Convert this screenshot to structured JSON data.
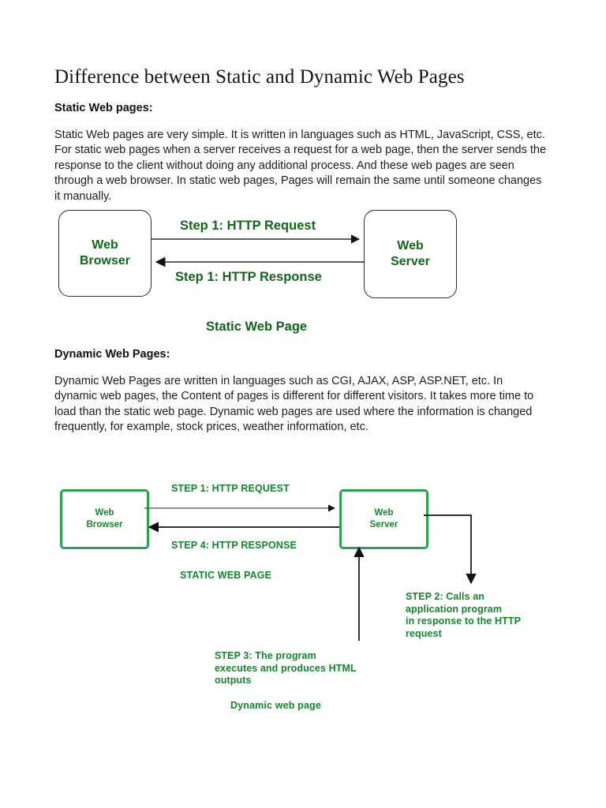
{
  "document": {
    "title": "Difference between Static and Dynamic Web Pages",
    "sections": {
      "static": {
        "heading": "Static Web pages:",
        "paragraph": "Static Web pages are very simple. It is written in languages such as HTML, JavaScript, CSS, etc. For static web pages when a server receives a request for a web page, then the server sends the response to the client without doing any additional process. And these web pages are seen through a web browser. In static web pages, Pages will remain the same until someone changes it manually."
      },
      "dynamic": {
        "heading": "Dynamic Web Pages:",
        "paragraph": "Dynamic Web Pages are written in languages such as CGI, AJAX, ASP, ASP.NET, etc. In dynamic web pages, the Content of pages is different for different visitors. It takes more time to load than the static web page. Dynamic web pages are used where the information is changed frequently, for example, stock prices, weather information, etc."
      }
    }
  },
  "diagram_static": {
    "caption": "Static Web Page",
    "nodes": {
      "browser": "Web\nBrowser",
      "server": "Web\nServer"
    },
    "arrows": {
      "request_label": "Step 1: HTTP Request",
      "response_label": "Step 1: HTTP Response"
    },
    "colors": {
      "text": "#13661a",
      "box_border": "#2b2b2b",
      "arrow": "#1a1a1a"
    }
  },
  "diagram_dynamic": {
    "caption": "Dynamic web page",
    "static_caption": "STATIC WEB PAGE",
    "nodes": {
      "browser": "Web\nBrowser",
      "server": "Web\nServer"
    },
    "arrows": {
      "step1_label": "STEP 1:  HTTP REQUEST",
      "step4_label": "STEP 4:  HTTP RESPONSE"
    },
    "notes": {
      "step2": "STEP 2: Calls an\napplication program\nin response to the HTTP\nrequest",
      "step3": "STEP 3: The program\nexecutes and produces HTML\noutputs"
    },
    "colors": {
      "text": "#13862c",
      "box_border": "#2ca14e",
      "arrow": "#111111"
    }
  }
}
